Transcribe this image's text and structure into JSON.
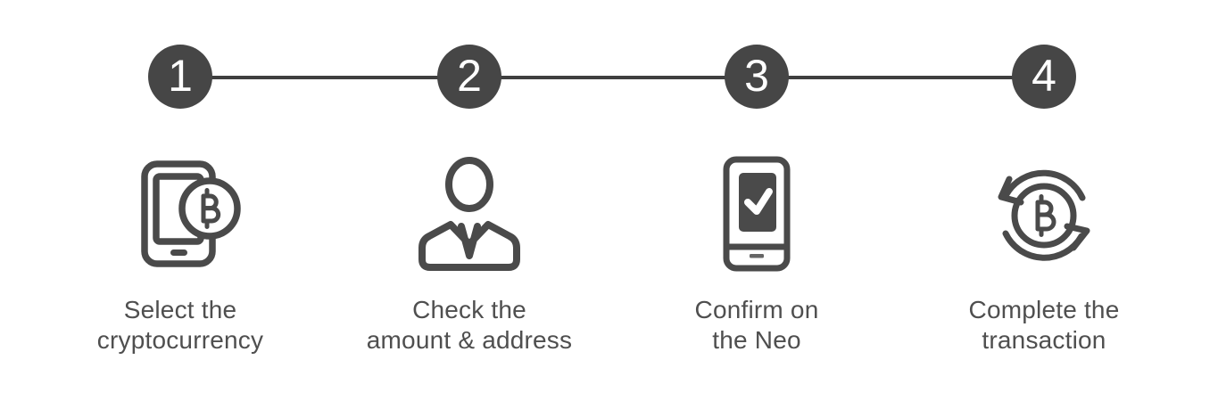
{
  "theme": {
    "circle_fill": "#464646",
    "connector_color": "#3f3f3f",
    "icon_color": "#4a4a4a",
    "label_color": "#4f4f4f",
    "number_color": "#ffffff",
    "background": "#ffffff"
  },
  "steps": [
    {
      "number": "1",
      "icon": "phone-bitcoin-icon",
      "label_line1": "Select the",
      "label_line2": "cryptocurrency"
    },
    {
      "number": "2",
      "icon": "person-tie-icon",
      "label_line1": "Check the",
      "label_line2": "amount & address"
    },
    {
      "number": "3",
      "icon": "device-check-icon",
      "label_line1": "Confirm on",
      "label_line2": "the Neo"
    },
    {
      "number": "4",
      "icon": "bitcoin-refresh-icon",
      "label_line1": "Complete the",
      "label_line2": "transaction"
    }
  ]
}
